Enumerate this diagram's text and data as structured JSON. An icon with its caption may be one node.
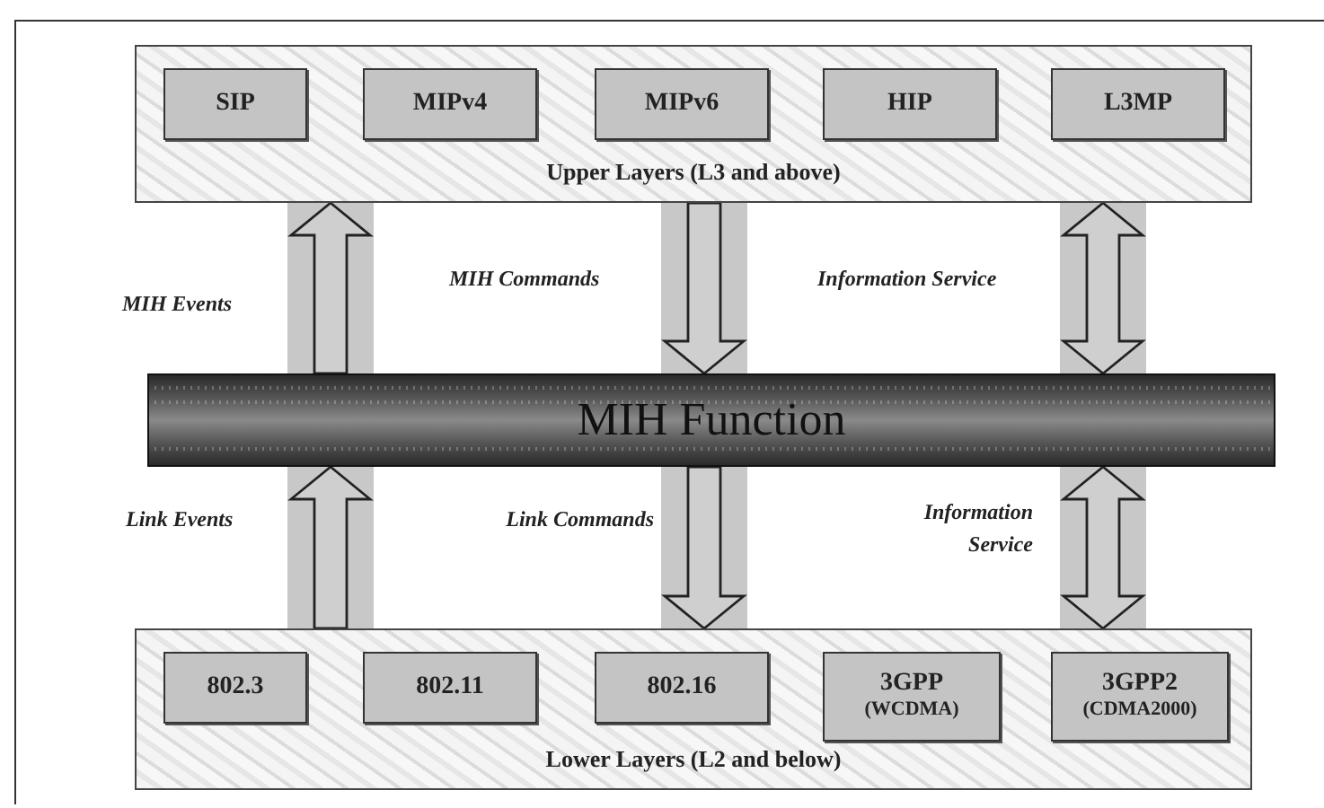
{
  "diagram": {
    "nodes": [
      {
        "text": [
          "Upper Layers (L3 and above)"
        ]
      },
      {
        "text": [
          "SIP"
        ],
        "in": 0
      },
      {
        "text": [
          "MIPv4"
        ],
        "in": 0
      },
      {
        "text": [
          "MIPv6"
        ],
        "in": 0
      },
      {
        "text": [
          "HIP"
        ],
        "in": 0
      },
      {
        "text": [
          "L3MP"
        ],
        "in": 0
      },
      {
        "text": [
          "MIH Function"
        ]
      },
      {
        "text": [
          "Lower Layers (L2 and below)"
        ]
      },
      {
        "text": [
          "802.3"
        ],
        "in": 7
      },
      {
        "text": [
          "802.11"
        ],
        "in": 7
      },
      {
        "text": [
          "802.16"
        ],
        "in": 7
      },
      {
        "text": [
          "3GPP",
          "(WCDMA)"
        ],
        "in": 7
      },
      {
        "text": [
          "3GPP2",
          "(CDMA2000)"
        ],
        "in": 7
      }
    ],
    "edges": [
      {
        "from": 6,
        "to": 0,
        "arrow": "to",
        "label": "MIH Events"
      },
      {
        "from": 0,
        "to": 6,
        "arrow": "to",
        "label": "MIH Commands"
      },
      {
        "from": 0,
        "to": 6,
        "arrow": "both",
        "label": "Information Service"
      },
      {
        "from": 7,
        "to": 6,
        "arrow": "to",
        "label": "Link Events"
      },
      {
        "from": 6,
        "to": 7,
        "arrow": "to",
        "label": "Link Commands"
      },
      {
        "from": 6,
        "to": 7,
        "arrow": "both",
        "label": "Information Service"
      }
    ]
  }
}
